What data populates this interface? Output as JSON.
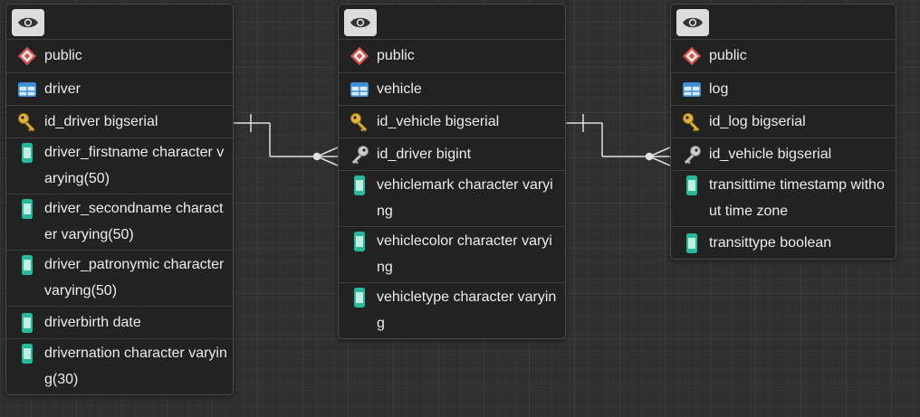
{
  "colors": {
    "background": "#313131",
    "table": "#222222",
    "line": "#e0e0e0",
    "key": "#e3b23c",
    "column": "#28b89a",
    "schema": "#d9534f",
    "grid_icon": "#3d8fd6"
  },
  "tables": [
    {
      "schema": "public",
      "name": "driver",
      "columns": [
        {
          "icon": "primary-key-icon",
          "text": "id_driver bigserial"
        },
        {
          "icon": "column-icon",
          "text": "driver_firstname character varying(50)"
        },
        {
          "icon": "column-icon",
          "text": "driver_secondname character varying(50)"
        },
        {
          "icon": "column-icon",
          "text": "driver_patronymic character varying(50)"
        },
        {
          "icon": "column-icon",
          "text": "driverbirth date"
        },
        {
          "icon": "column-icon",
          "text": "drivernation character varying(30)"
        }
      ]
    },
    {
      "schema": "public",
      "name": "vehicle",
      "columns": [
        {
          "icon": "primary-key-icon",
          "text": "id_vehicle bigserial"
        },
        {
          "icon": "foreign-key-icon",
          "text": "id_driver bigint"
        },
        {
          "icon": "column-icon",
          "text": "vehiclemark character varying"
        },
        {
          "icon": "column-icon",
          "text": "vehiclecolor character varying"
        },
        {
          "icon": "column-icon",
          "text": "vehicletype character varying"
        }
      ]
    },
    {
      "schema": "public",
      "name": "log",
      "columns": [
        {
          "icon": "primary-key-icon",
          "text": "id_log bigserial"
        },
        {
          "icon": "foreign-key-icon",
          "text": "id_vehicle bigserial"
        },
        {
          "icon": "column-icon",
          "text": "transittime timestamp without time zone"
        },
        {
          "icon": "column-icon",
          "text": "transittype boolean"
        }
      ]
    }
  ]
}
